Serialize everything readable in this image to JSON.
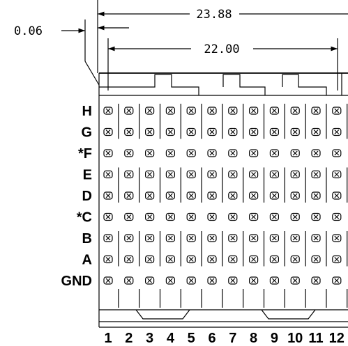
{
  "dimensions": {
    "overall_width": "23.88",
    "pin_span": "22.00",
    "offset": "0.06"
  },
  "rows": [
    {
      "label": "H",
      "marker": "",
      "type": "signal"
    },
    {
      "label": "G",
      "marker": "",
      "type": "signal"
    },
    {
      "label": "F",
      "marker": "*",
      "type": "ground"
    },
    {
      "label": "E",
      "marker": "",
      "type": "signal"
    },
    {
      "label": "D",
      "marker": "",
      "type": "signal"
    },
    {
      "label": "C",
      "marker": "*",
      "type": "ground"
    },
    {
      "label": "B",
      "marker": "",
      "type": "signal"
    },
    {
      "label": "A",
      "marker": "",
      "type": "signal"
    },
    {
      "label": "GND",
      "marker": "",
      "type": "ground"
    }
  ],
  "columns": [
    "1",
    "2",
    "3",
    "4",
    "5",
    "6",
    "7",
    "8",
    "9",
    "10",
    "11",
    "12"
  ]
}
